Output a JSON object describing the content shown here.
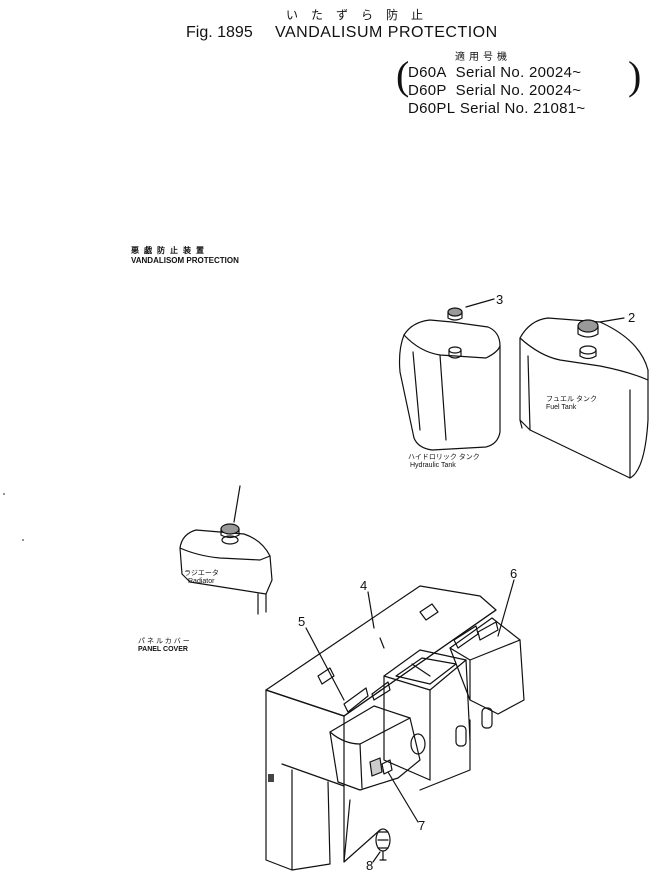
{
  "header": {
    "jp_title": "いたずら防止",
    "fig_label": "Fig. 1895",
    "title": "VANDALISUM PROTECTION",
    "applicable_label": "適用号機",
    "serials": [
      {
        "model": "D60A",
        "text": "Serial No. 20024~"
      },
      {
        "model": "D60P",
        "text": "Serial No. 20024~"
      },
      {
        "model": "D60PL",
        "text": "Serial No. 21081~"
      }
    ]
  },
  "diagram": {
    "kit_label_jp": "悪戯防止装置",
    "kit_label": "VANDALISOM PROTECTION",
    "hydraulic_tank_jp": "ハイドロリック タンク",
    "hydraulic_tank": "Hydraulic Tank",
    "fuel_tank_jp": "フュエル タンク",
    "fuel_tank": "Fuel Tank",
    "radiator_jp": "ラジエータ",
    "radiator": "Radiator",
    "panel_cover_jp": "パネルカバー",
    "panel_cover": "PANEL COVER",
    "callouts": [
      "2",
      "3",
      "4",
      "5",
      "6",
      "7",
      "8"
    ]
  }
}
